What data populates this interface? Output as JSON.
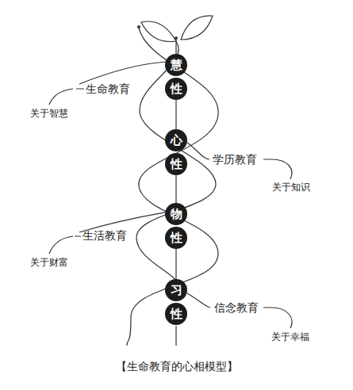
{
  "diagram": {
    "caption": "【生命教育的心相模型】",
    "nodes": [
      {
        "text": [
          "慧"
        ]
      },
      {
        "text": [
          "性"
        ]
      },
      {
        "text": [
          "心"
        ]
      },
      {
        "text": [
          "性"
        ]
      },
      {
        "text": [
          "物"
        ]
      },
      {
        "text": [
          "性"
        ]
      },
      {
        "text": [
          "习"
        ]
      },
      {
        "text": [
          "性"
        ]
      }
    ],
    "edges": [
      {
        "from": 1,
        "to": 2,
        "arrow": "none"
      },
      {
        "from": 3,
        "to": 4,
        "arrow": "none"
      },
      {
        "from": 5,
        "to": 6,
        "arrow": "none"
      }
    ],
    "labels": [
      "生命教育",
      "关于智慧",
      "学历教育",
      "关于知识",
      "生活教育",
      "关于财富",
      "信念教育",
      "关于幸福"
    ]
  }
}
